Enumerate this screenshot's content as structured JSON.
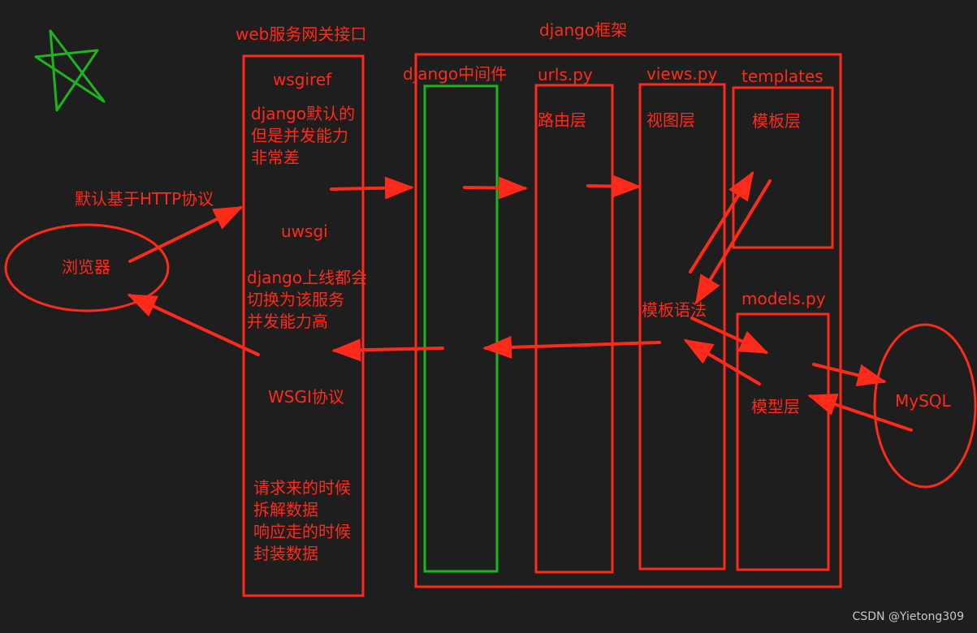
{
  "colors": {
    "background": "#1e1e1e",
    "line": "#ff2a1a",
    "middleware_border": "#1db51d",
    "star": "#1db51d",
    "watermark": "#c8c8c8"
  },
  "icons": {
    "star": "star-icon"
  },
  "labels": {
    "gateway_title": "web服务网关接口",
    "framework_title": "django框架",
    "wsgiref": "wsgiref",
    "wsgiref_note": [
      "django默认的",
      "但是并发能力",
      "非常差"
    ],
    "uwsgi": "uwsgi",
    "uwsgi_note": [
      "django上线都会",
      "切换为该服务",
      "并发能力高"
    ],
    "wsgi_protocol": "WSGI协议",
    "wsgi_note": [
      "请求来的时候",
      "拆解数据",
      "响应走的时候",
      "封装数据"
    ],
    "http_protocol": "默认基于HTTP协议",
    "browser": "浏览器",
    "middleware": "django中间件",
    "urls": "urls.py",
    "routing_layer": "路由层",
    "views": "views.py",
    "view_layer": "视图层",
    "templates": "templates",
    "template_layer": "模板层",
    "template_syntax": "模板语法",
    "models": "models.py",
    "model_layer": "模型层",
    "mysql": "MySQL"
  },
  "watermark": "CSDN @Yietong309"
}
